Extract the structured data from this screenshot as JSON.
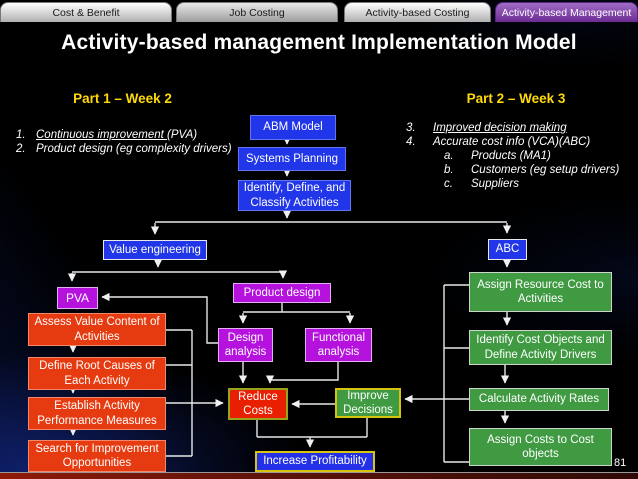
{
  "tabs": [
    {
      "label": "Cost & Benefit",
      "active": false
    },
    {
      "label": "Job Costing",
      "active": false
    },
    {
      "label": "Activity-based Costing",
      "active": false
    },
    {
      "label": "Activity-based Management",
      "active": true
    }
  ],
  "title": "Activity-based management Implementation Model",
  "part1": {
    "heading": "Part 1 – Week 2",
    "items": [
      {
        "num": "1.",
        "u": "Continuous improvement ",
        "rest": "(PVA)"
      },
      {
        "num": "2.",
        "u": "",
        "rest": "Product  design (eg complexity drivers)"
      }
    ]
  },
  "part2": {
    "heading": "Part 2 – Week 3",
    "items": [
      {
        "num": "3.",
        "u": "Improved decision making",
        "rest": ""
      },
      {
        "num": "4.",
        "u": "",
        "rest": "Accurate cost info (VCA)(ABC)"
      },
      {
        "num": "a.",
        "u": "",
        "rest": "Products (MA1)"
      },
      {
        "num": "b.",
        "u": "",
        "rest": "Customers (eg setup drivers)"
      },
      {
        "num": "c.",
        "u": "",
        "rest": "Suppliers"
      }
    ]
  },
  "nodes": {
    "abm_model": "ABM Model",
    "systems_planning": "Systems Planning",
    "identify_define": "Identify, Define, and Classify Activities",
    "value_engineering": "Value engineering",
    "abc": "ABC",
    "pva": "PVA",
    "product_design": "Product design",
    "design_analysis": "Design analysis",
    "functional_analysis": "Functional analysis",
    "assess_value": "Assess Value Content of Activities",
    "define_root": "Define Root Causes of Each Activity",
    "establish_measures": "Establish Activity Performance Measures",
    "search_improvement": "Search for Improvement Opportunities",
    "reduce_costs": "Reduce Costs",
    "improve_decisions": "Improve Decisions",
    "increase_profitability": "Increase Profitability",
    "assign_resource": "Assign Resource Cost to Activities",
    "identify_cost_objects": "Identify Cost Objects and Define Activity Drivers",
    "calculate_rates": "Calculate Activity Rates",
    "assign_costs": "Assign Costs to Cost objects"
  },
  "page_number": "81",
  "colors": {
    "tab_active_purple": "#7b3fa0",
    "heading_yellow": "#ffd908",
    "box_blue": "#2036e8",
    "box_purple": "#b512dd",
    "box_red": "#e63a10",
    "box_green": "#3f9a42",
    "border_yellow": "#d6c410",
    "bottom_stripe_red": "#8f1a08",
    "connector_white": "#e8e8e8"
  }
}
